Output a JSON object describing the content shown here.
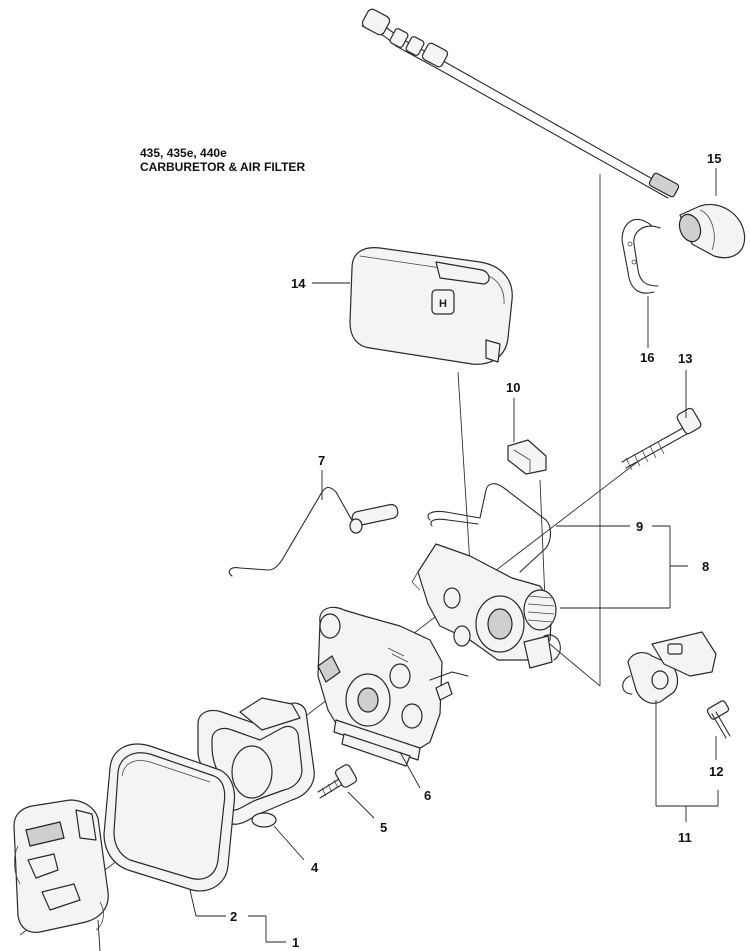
{
  "title": {
    "models": "435, 435e, 440e",
    "section": "CARBURETOR & AIR FILTER"
  },
  "callouts": {
    "c1": "1",
    "c2": "2",
    "c4": "4",
    "c5": "5",
    "c6": "6",
    "c7": "7",
    "c8": "8",
    "c9": "9",
    "c10": "10",
    "c11": "11",
    "c12": "12",
    "c13": "13",
    "c14": "14",
    "c15": "15",
    "c16": "16"
  },
  "logo_text": "H"
}
